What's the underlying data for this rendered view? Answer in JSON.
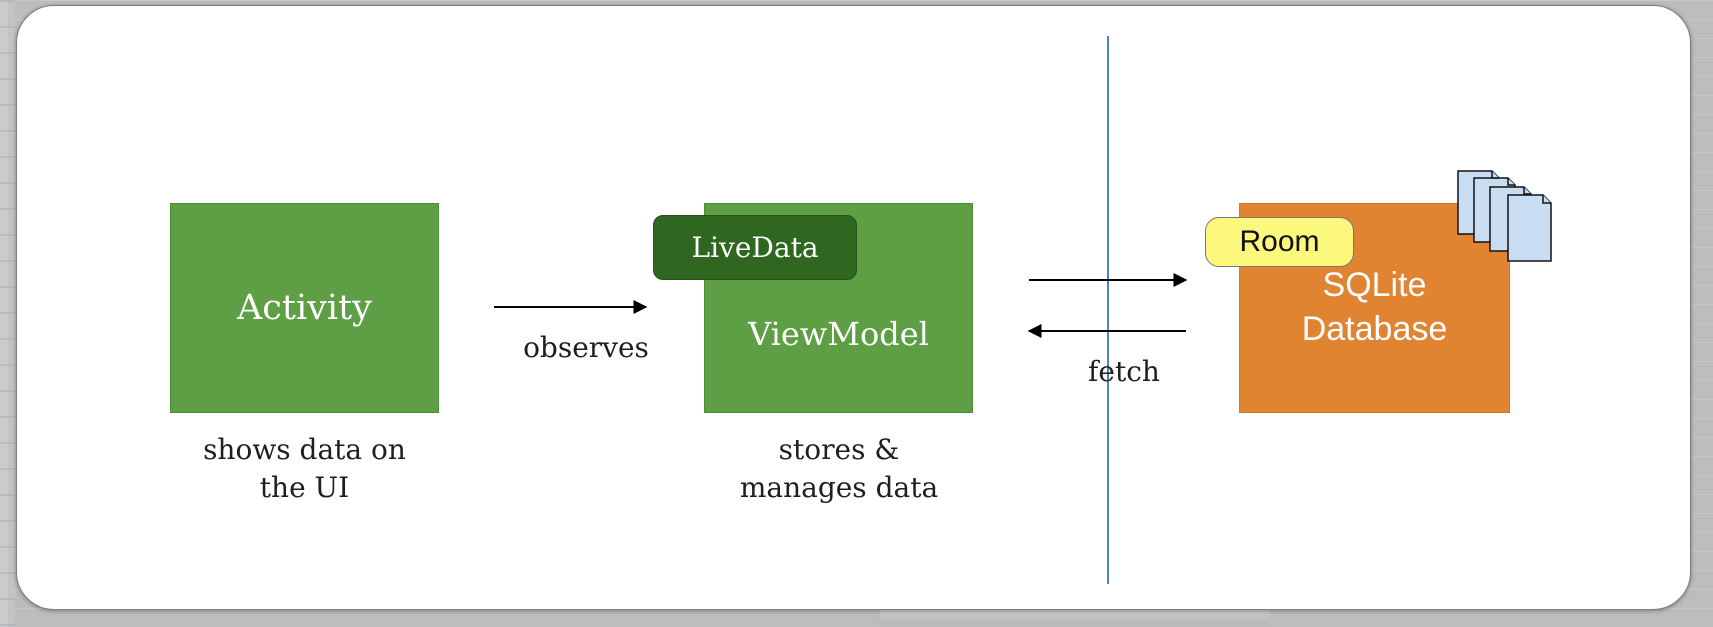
{
  "diagram": {
    "activity": {
      "label": "Activity",
      "caption": "shows data on\nthe UI"
    },
    "observe_edge": {
      "label": "observes"
    },
    "viewmodel": {
      "label": "ViewModel",
      "badge": "LiveData",
      "caption": "stores &\nmanages data"
    },
    "fetch_edge": {
      "label": "fetch"
    },
    "database": {
      "label_line_1": "SQLite",
      "label_line_2": "Database",
      "badge": "Room"
    }
  },
  "colors": {
    "component_green": "#5e9e44",
    "livedata_green": "#2f6720",
    "database_orange": "#e08432",
    "room_yellow": "#fcf77d",
    "document_blue": "#c8dcf2",
    "separator_blue": "#4b83c6"
  }
}
